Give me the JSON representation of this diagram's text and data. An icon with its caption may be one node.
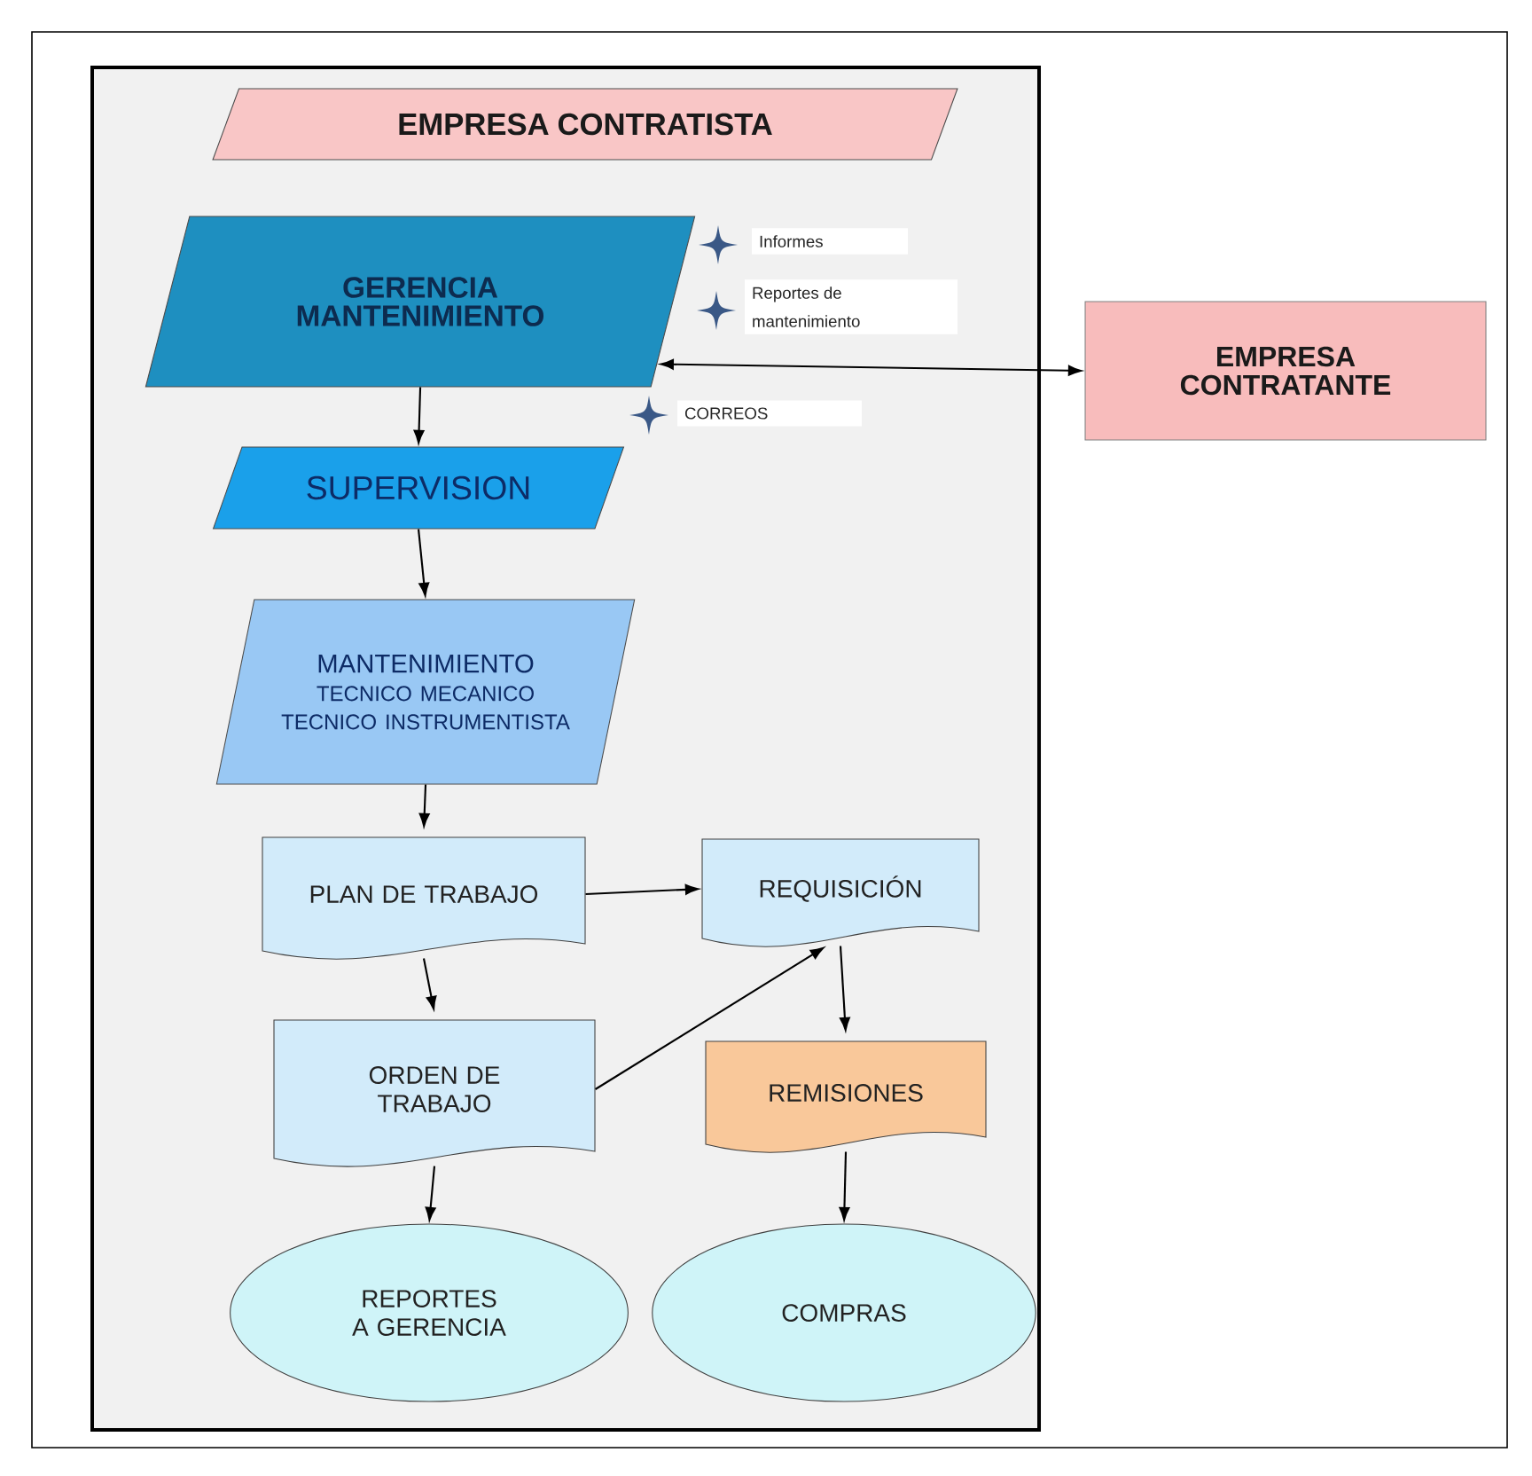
{
  "diagram": {
    "nodes": [
      {
        "text": [],
        "shape": "box"
      },
      {
        "text": [
          "EMPRESA CONTRATISTA"
        ],
        "in": 0
      },
      {
        "text": [
          "GERENCIA MANTENIMIENTO"
        ],
        "in": 0
      },
      {
        "text": [
          "SUPERVISION"
        ],
        "in": 0
      },
      {
        "text": [
          "MANTENIMIENTO",
          "TECNICO MECANICO TECNICO INSTRUMENTISTA"
        ],
        "in": 0
      },
      {
        "text": [
          "PLAN DE TRABAJO"
        ],
        "in": 0
      },
      {
        "text": [
          "REQUISICIÓN"
        ],
        "in": 0
      },
      {
        "text": [
          "ORDEN DE TRABAJO"
        ],
        "in": 0
      },
      {
        "text": [
          "REMISIONES"
        ],
        "in": 0
      },
      {
        "text": [
          "REPORTES A GERENCIA"
        ],
        "in": 0
      },
      {
        "text": [
          "COMPRAS"
        ],
        "in": 0
      },
      {
        "text": [
          "EMPRESA CONTRATANTE"
        ]
      }
    ],
    "edges": [
      {
        "from": 2,
        "to": 11,
        "arrow": "both"
      },
      {
        "from": 2,
        "to": 3,
        "arrow": "to"
      },
      {
        "from": 3,
        "to": 4,
        "arrow": "to"
      },
      {
        "from": 4,
        "to": 5,
        "arrow": "to"
      },
      {
        "from": 5,
        "to": 6,
        "arrow": "to"
      },
      {
        "from": 5,
        "to": 7,
        "arrow": "to"
      },
      {
        "from": 7,
        "to": 6,
        "arrow": "to"
      },
      {
        "from": 6,
        "to": 8,
        "arrow": "to"
      },
      {
        "from": 7,
        "to": 9,
        "arrow": "to"
      },
      {
        "from": 8,
        "to": 10,
        "arrow": "to"
      }
    ],
    "labels": [
      "Informes",
      "Reportes de mantenimiento",
      "CORREOS"
    ]
  }
}
